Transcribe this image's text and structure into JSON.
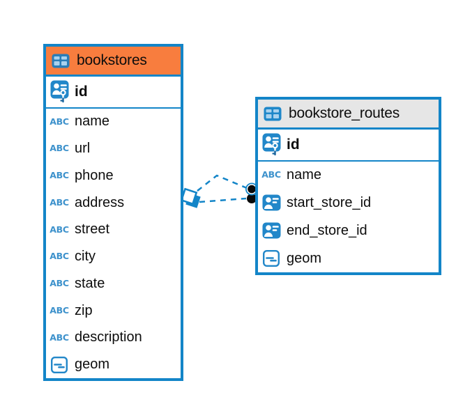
{
  "colors": {
    "accent_blue": "#1385c8",
    "bookstores_header": "#f87d3e",
    "routes_header": "#e6e6e6",
    "text": "#0d0d0d",
    "endpoint_dot": "#000000"
  },
  "icons": {
    "text_type_label": "ABC"
  },
  "tables": [
    {
      "title": "bookstores",
      "columns": [
        {
          "name": "id",
          "type": "primary-key"
        },
        {
          "name": "name",
          "type": "text"
        },
        {
          "name": "url",
          "type": "text"
        },
        {
          "name": "phone",
          "type": "text"
        },
        {
          "name": "address",
          "type": "text"
        },
        {
          "name": "street",
          "type": "text"
        },
        {
          "name": "city",
          "type": "text"
        },
        {
          "name": "state",
          "type": "text"
        },
        {
          "name": "zip",
          "type": "text"
        },
        {
          "name": "description",
          "type": "text"
        },
        {
          "name": "geom",
          "type": "geometry"
        }
      ]
    },
    {
      "title": "bookstore_routes",
      "columns": [
        {
          "name": "id",
          "type": "primary-key"
        },
        {
          "name": "name",
          "type": "text"
        },
        {
          "name": "start_store_id",
          "type": "reference"
        },
        {
          "name": "end_store_id",
          "type": "reference"
        },
        {
          "name": "geom",
          "type": "geometry"
        }
      ]
    }
  ],
  "relationships": [
    {
      "from": "bookstore_routes.start_store_id",
      "to": "bookstores.id",
      "style": "dashed"
    },
    {
      "from": "bookstore_routes.end_store_id",
      "to": "bookstores.id",
      "style": "dashed"
    }
  ]
}
